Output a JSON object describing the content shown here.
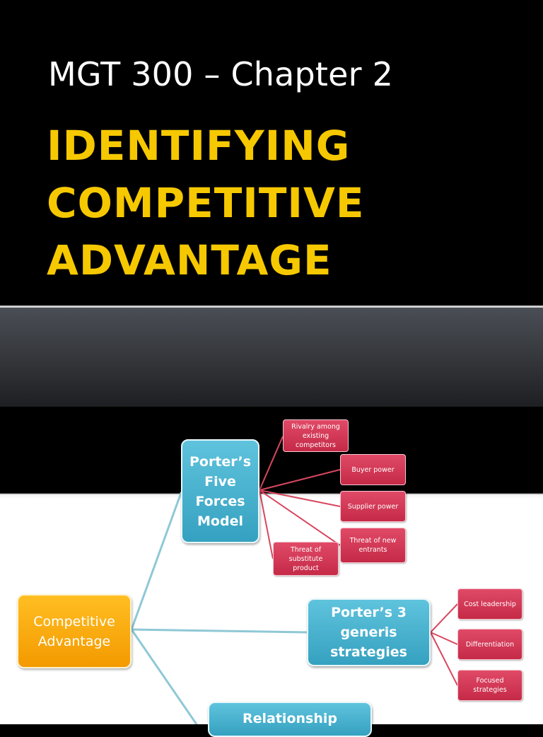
{
  "slide1": {
    "subtitle": "MGT 300 – Chapter 2",
    "title_lines": [
      "IDENTIFYING",
      "COMPETITIVE",
      "ADVANTAGE"
    ]
  },
  "diagram": {
    "root": "Competitive Advantage",
    "five_forces": {
      "label": "Porter’s Five Forces Model",
      "children": [
        "Rivalry among existing competitors",
        "Buyer power",
        "Supplier power",
        "Threat of new entrants",
        "Threat of substitute product"
      ]
    },
    "generic": {
      "label": "Porter’s 3 generis strategies",
      "children": [
        "Cost leadership",
        "Differentiation",
        "Focused strategies"
      ]
    },
    "relationship": {
      "label": "Relationship"
    }
  },
  "colors": {
    "title": "#f6c800",
    "teal_node": "#3fb0cf",
    "gold_node": "#f7a800",
    "red_node": "#d63a58",
    "connector": "#8fc8d6"
  }
}
